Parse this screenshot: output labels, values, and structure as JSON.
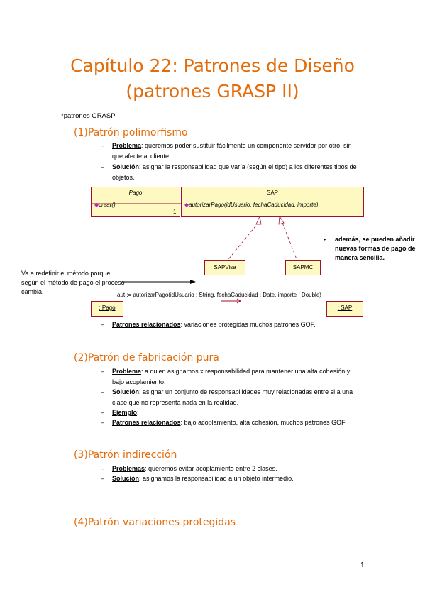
{
  "title": {
    "line1": "Capítulo 22: Patrones de Diseño",
    "line2": "(patrones GRASP II)"
  },
  "intro": "*patrones GRASP",
  "s1": {
    "heading": "(1)Patrón polimorfismo",
    "problema_label": "Problema",
    "problema_text": ": queremos poder sustituir fácilmente un componente servidor por otro, sin que afecte al cliente.",
    "solucion_label": "Solución",
    "solucion_text": ": asignar la responsabilidad que varía (según el tipo) a los diferentes tipos de objetos.",
    "relacionados_label": "Patrones relacionados",
    "relacionados_text": ": variaciones protegidas muchos patrones GOF."
  },
  "diagram": {
    "pago": "Pago",
    "pago_op": "crear()",
    "sap": "SAP",
    "sap_op": "autorizarPago(idUsuario, fechaCaducidad, importe)",
    "multiplicity": "1",
    "sapvisa": "SAPVisa",
    "sapmc": "SAPMC",
    "note_left": "Va a redefinir el método porque según el método de pago el proceso cambia.",
    "note_right": "además, se pueden añadir nuevas formas de pago de manera sencilla.",
    "message": "aut := autorizarPago(idUsuario : String, fechaCaducidad : Date, importe : Double)",
    "obj_pago": ": Pago",
    "obj_sap": ": SAP"
  },
  "s2": {
    "heading": "(2)Patrón de fabricación pura",
    "problema_label": "Problema",
    "problema_text": ": a quien asignamos x responsabilidad para mantener una alta cohesión y bajo acoplamiento.",
    "solucion_label": "Solución",
    "solucion_text": ": asignar un conjunto de responsabilidades muy relacionadas entre si a una clase que no representa nada en la realidad.",
    "ejemplo_label": "Ejemplo",
    "ejemplo_text": ":",
    "relacionados_label": "Patrones relacionados",
    "relacionados_text": ": bajo acoplamiento, alta cohesión, muchos patrones GOF"
  },
  "s3": {
    "heading": "(3)Patrón indirección",
    "problemas_label": "Problemas",
    "problemas_text": ": queremos evitar acoplamiento entre 2 clases.",
    "solucion_label": "Solución",
    "solucion_text": ": asignamos la responsabilidad a un objeto intermedio."
  },
  "s4": {
    "heading": "(4)Patrón variaciones protegidas"
  },
  "dash": "–",
  "page_number": "1"
}
